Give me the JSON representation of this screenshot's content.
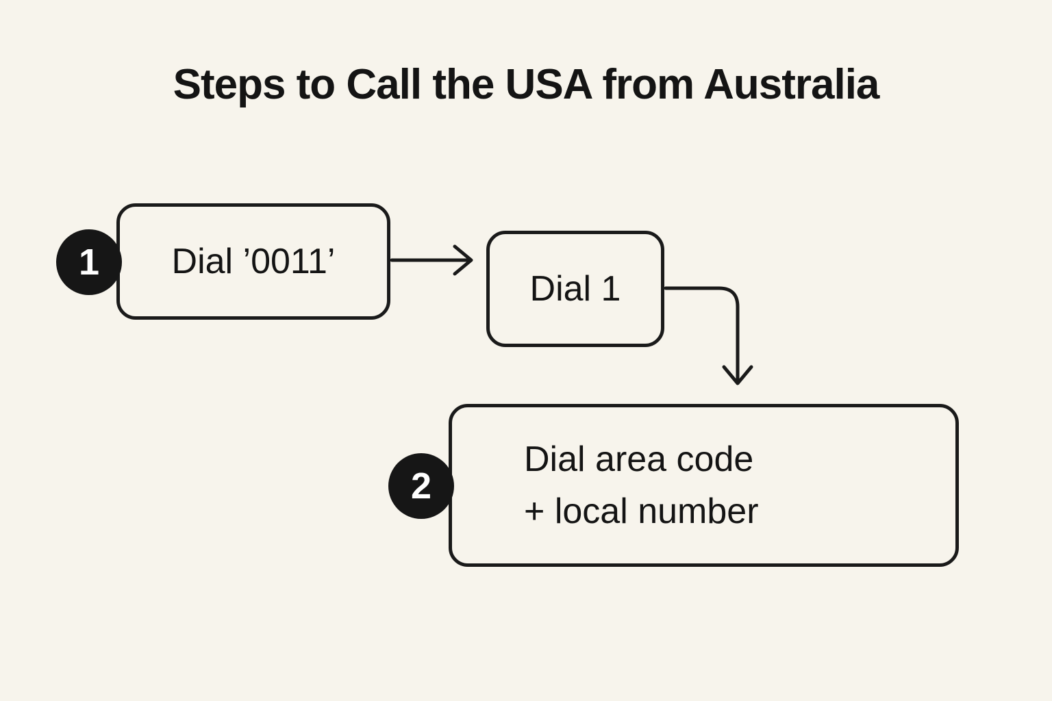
{
  "title": "Steps to Call the USA from Australia",
  "steps": [
    {
      "badge": "1",
      "label": "Dial ’0011’"
    },
    {
      "label": "Dial 1"
    },
    {
      "badge": "2",
      "label_line1": "Dial area code",
      "label_line2": "+ local number"
    }
  ],
  "colors": {
    "background": "#f7f4ec",
    "stroke": "#1a1a1a",
    "badgeBg": "#161616",
    "badgeText": "#ffffff",
    "text": "#141414"
  }
}
